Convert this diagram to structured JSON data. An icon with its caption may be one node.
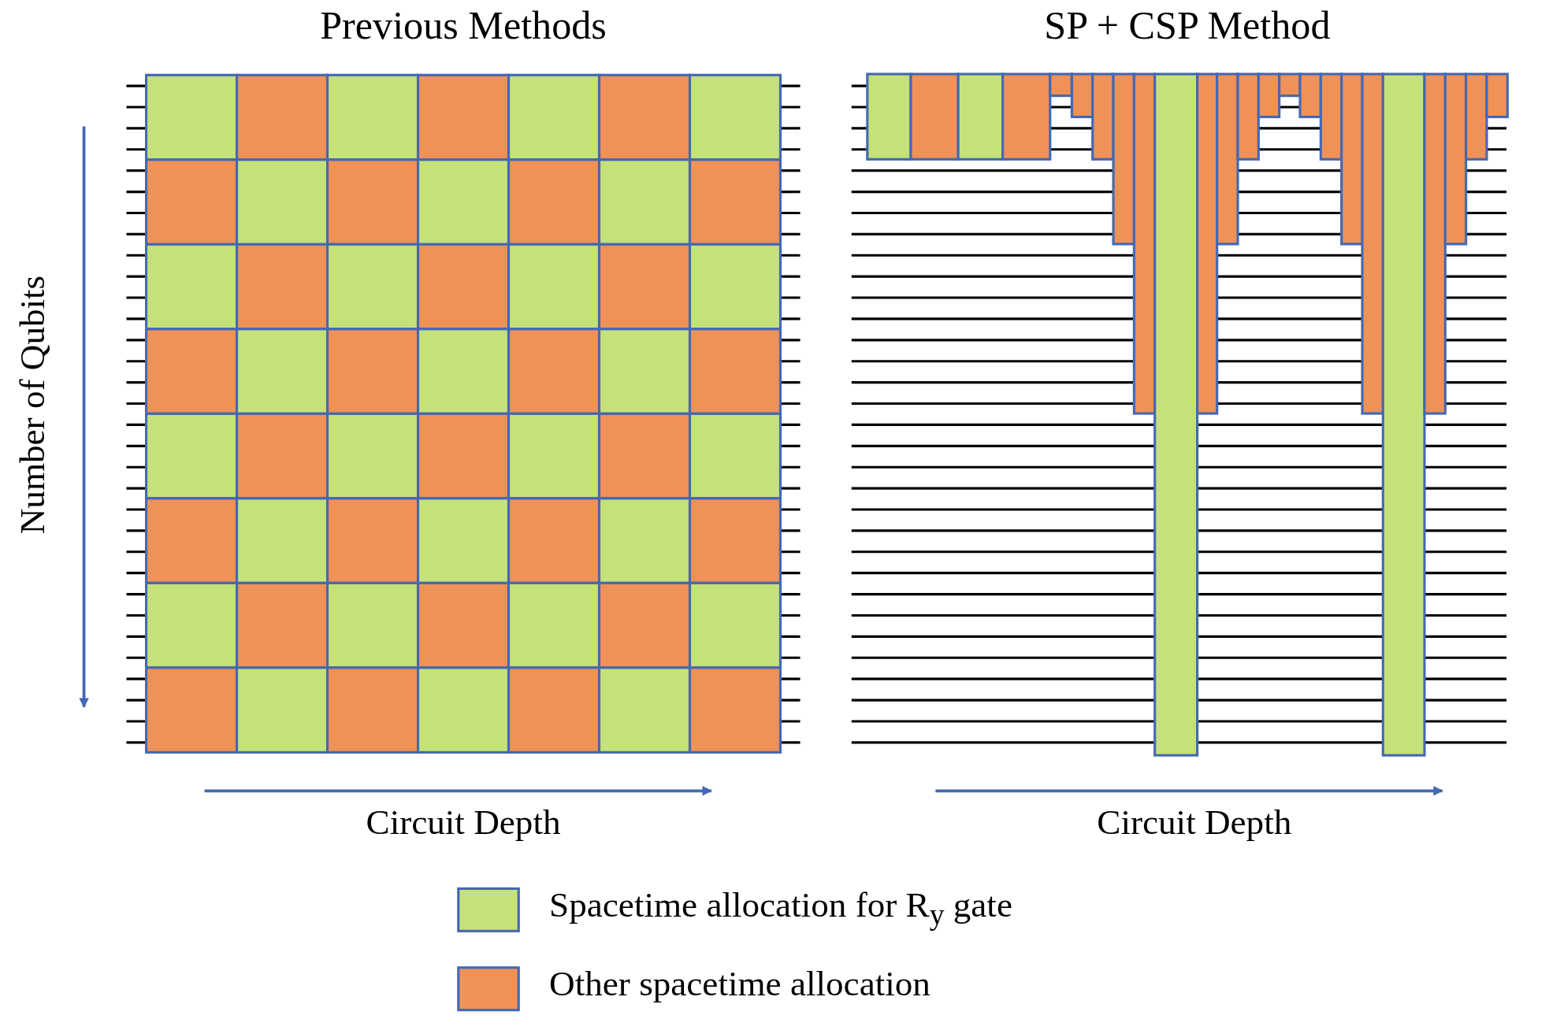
{
  "diagram": {
    "labels": [
      "Previous Methods",
      "SP + CSP Method",
      "Number of Qubits",
      "Circuit Depth",
      "Circuit Depth"
    ],
    "legend": [
      {
        "text": "Spacetime allocation for R$_{y}$ gate",
        "color": "#c5e17a"
      },
      {
        "text": "Other spacetime allocation",
        "color": "#f09157"
      }
    ]
  }
}
